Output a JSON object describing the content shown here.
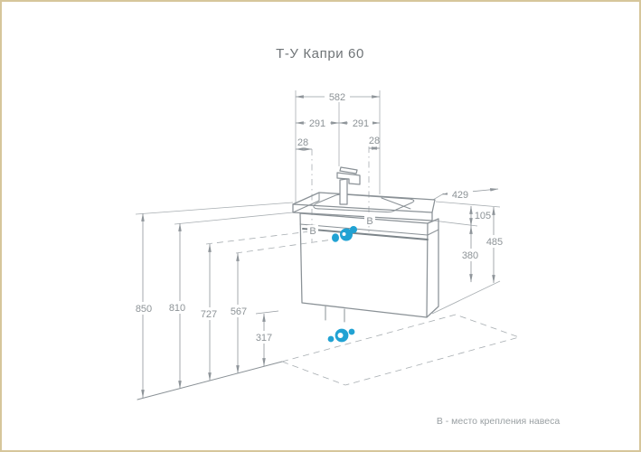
{
  "title": "Т-У Капри 60",
  "footnote": "В - место крепления навеса",
  "colors": {
    "accent_marker": "#21a2d3",
    "drawing_line": "#8a9196",
    "dimension_text": "#8d9397",
    "frame_border": "#d6c69b"
  },
  "dimensions_mm": {
    "width_total": "582",
    "width_left_half": "291",
    "width_right_half": "291",
    "bracket_offset_left": "28",
    "bracket_offset_right": "28",
    "depth": "429",
    "apron_height": "105",
    "front_height": "380",
    "cabinet_height": "485",
    "sink_top_height": "850",
    "cabinet_top_height": "810",
    "bracket_height": "727",
    "supply_height": "567",
    "drain_height": "317"
  },
  "markers": {
    "bracket_left_label": "В",
    "bracket_right_label": "В"
  }
}
